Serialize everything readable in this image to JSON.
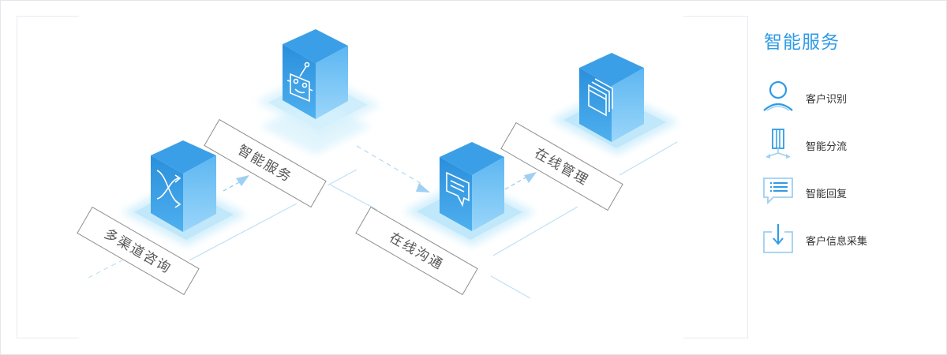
{
  "diagram": {
    "stages": [
      {
        "id": "multichannel",
        "label": "多渠道咨询",
        "icon": "shuffle-icon"
      },
      {
        "id": "smart-service",
        "label": "智能服务",
        "icon": "robot-icon"
      },
      {
        "id": "online-chat",
        "label": "在线沟通",
        "icon": "chat-icon"
      },
      {
        "id": "online-manage",
        "label": "在线管理",
        "icon": "windows-icon"
      }
    ]
  },
  "panel": {
    "title": "智能服务",
    "features": [
      {
        "label": "客户识别",
        "icon": "user-icon"
      },
      {
        "label": "智能分流",
        "icon": "split-flow-icon"
      },
      {
        "label": "智能回复",
        "icon": "reply-list-icon"
      },
      {
        "label": "客户信息采集",
        "icon": "download-box-icon"
      }
    ]
  },
  "colors": {
    "accent": "#2f9be6",
    "cube_top": "#3d9fe6",
    "cube_left": "#3196e1",
    "cube_right": "#7cc6f6",
    "glow": "#c6ebfb",
    "line": "#b9dcf2"
  }
}
